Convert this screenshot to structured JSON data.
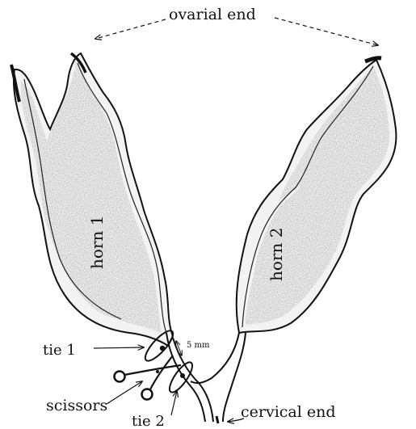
{
  "labels": {
    "ovarial_end": "ovarial end",
    "horn_1": "horn 1",
    "horn_2": "horn 2",
    "tie_1": "tie 1",
    "tie_2": "tie 2",
    "scissors": "scissors",
    "cervical_end": "cervical end",
    "distance": "5 mm"
  },
  "colors": {
    "ink": "#111111",
    "stipple": "#9a9a9a",
    "stipple_dark": "#6e6e6e",
    "tissue_fill": "#f2f2f2"
  }
}
